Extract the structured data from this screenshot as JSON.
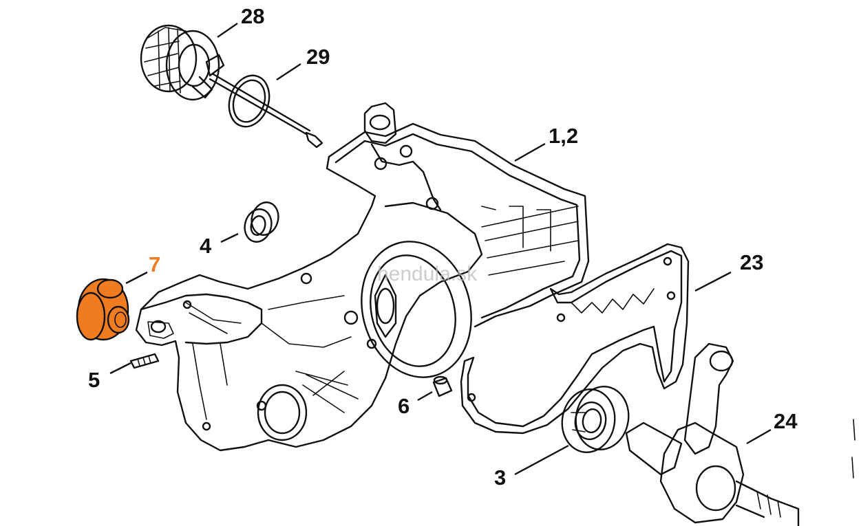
{
  "diagram": {
    "watermark": "hendula.sk",
    "highlight_color": "#f07c21",
    "line_color": "#111111",
    "callouts": [
      {
        "id": "28",
        "label": "28"
      },
      {
        "id": "29",
        "label": "29"
      },
      {
        "id": "1,2",
        "label": "1,2"
      },
      {
        "id": "4",
        "label": "4"
      },
      {
        "id": "7",
        "label": "7",
        "highlighted": true
      },
      {
        "id": "23",
        "label": "23"
      },
      {
        "id": "5",
        "label": "5"
      },
      {
        "id": "6",
        "label": "6"
      },
      {
        "id": "24",
        "label": "24"
      },
      {
        "id": "3",
        "label": "3"
      }
    ]
  }
}
